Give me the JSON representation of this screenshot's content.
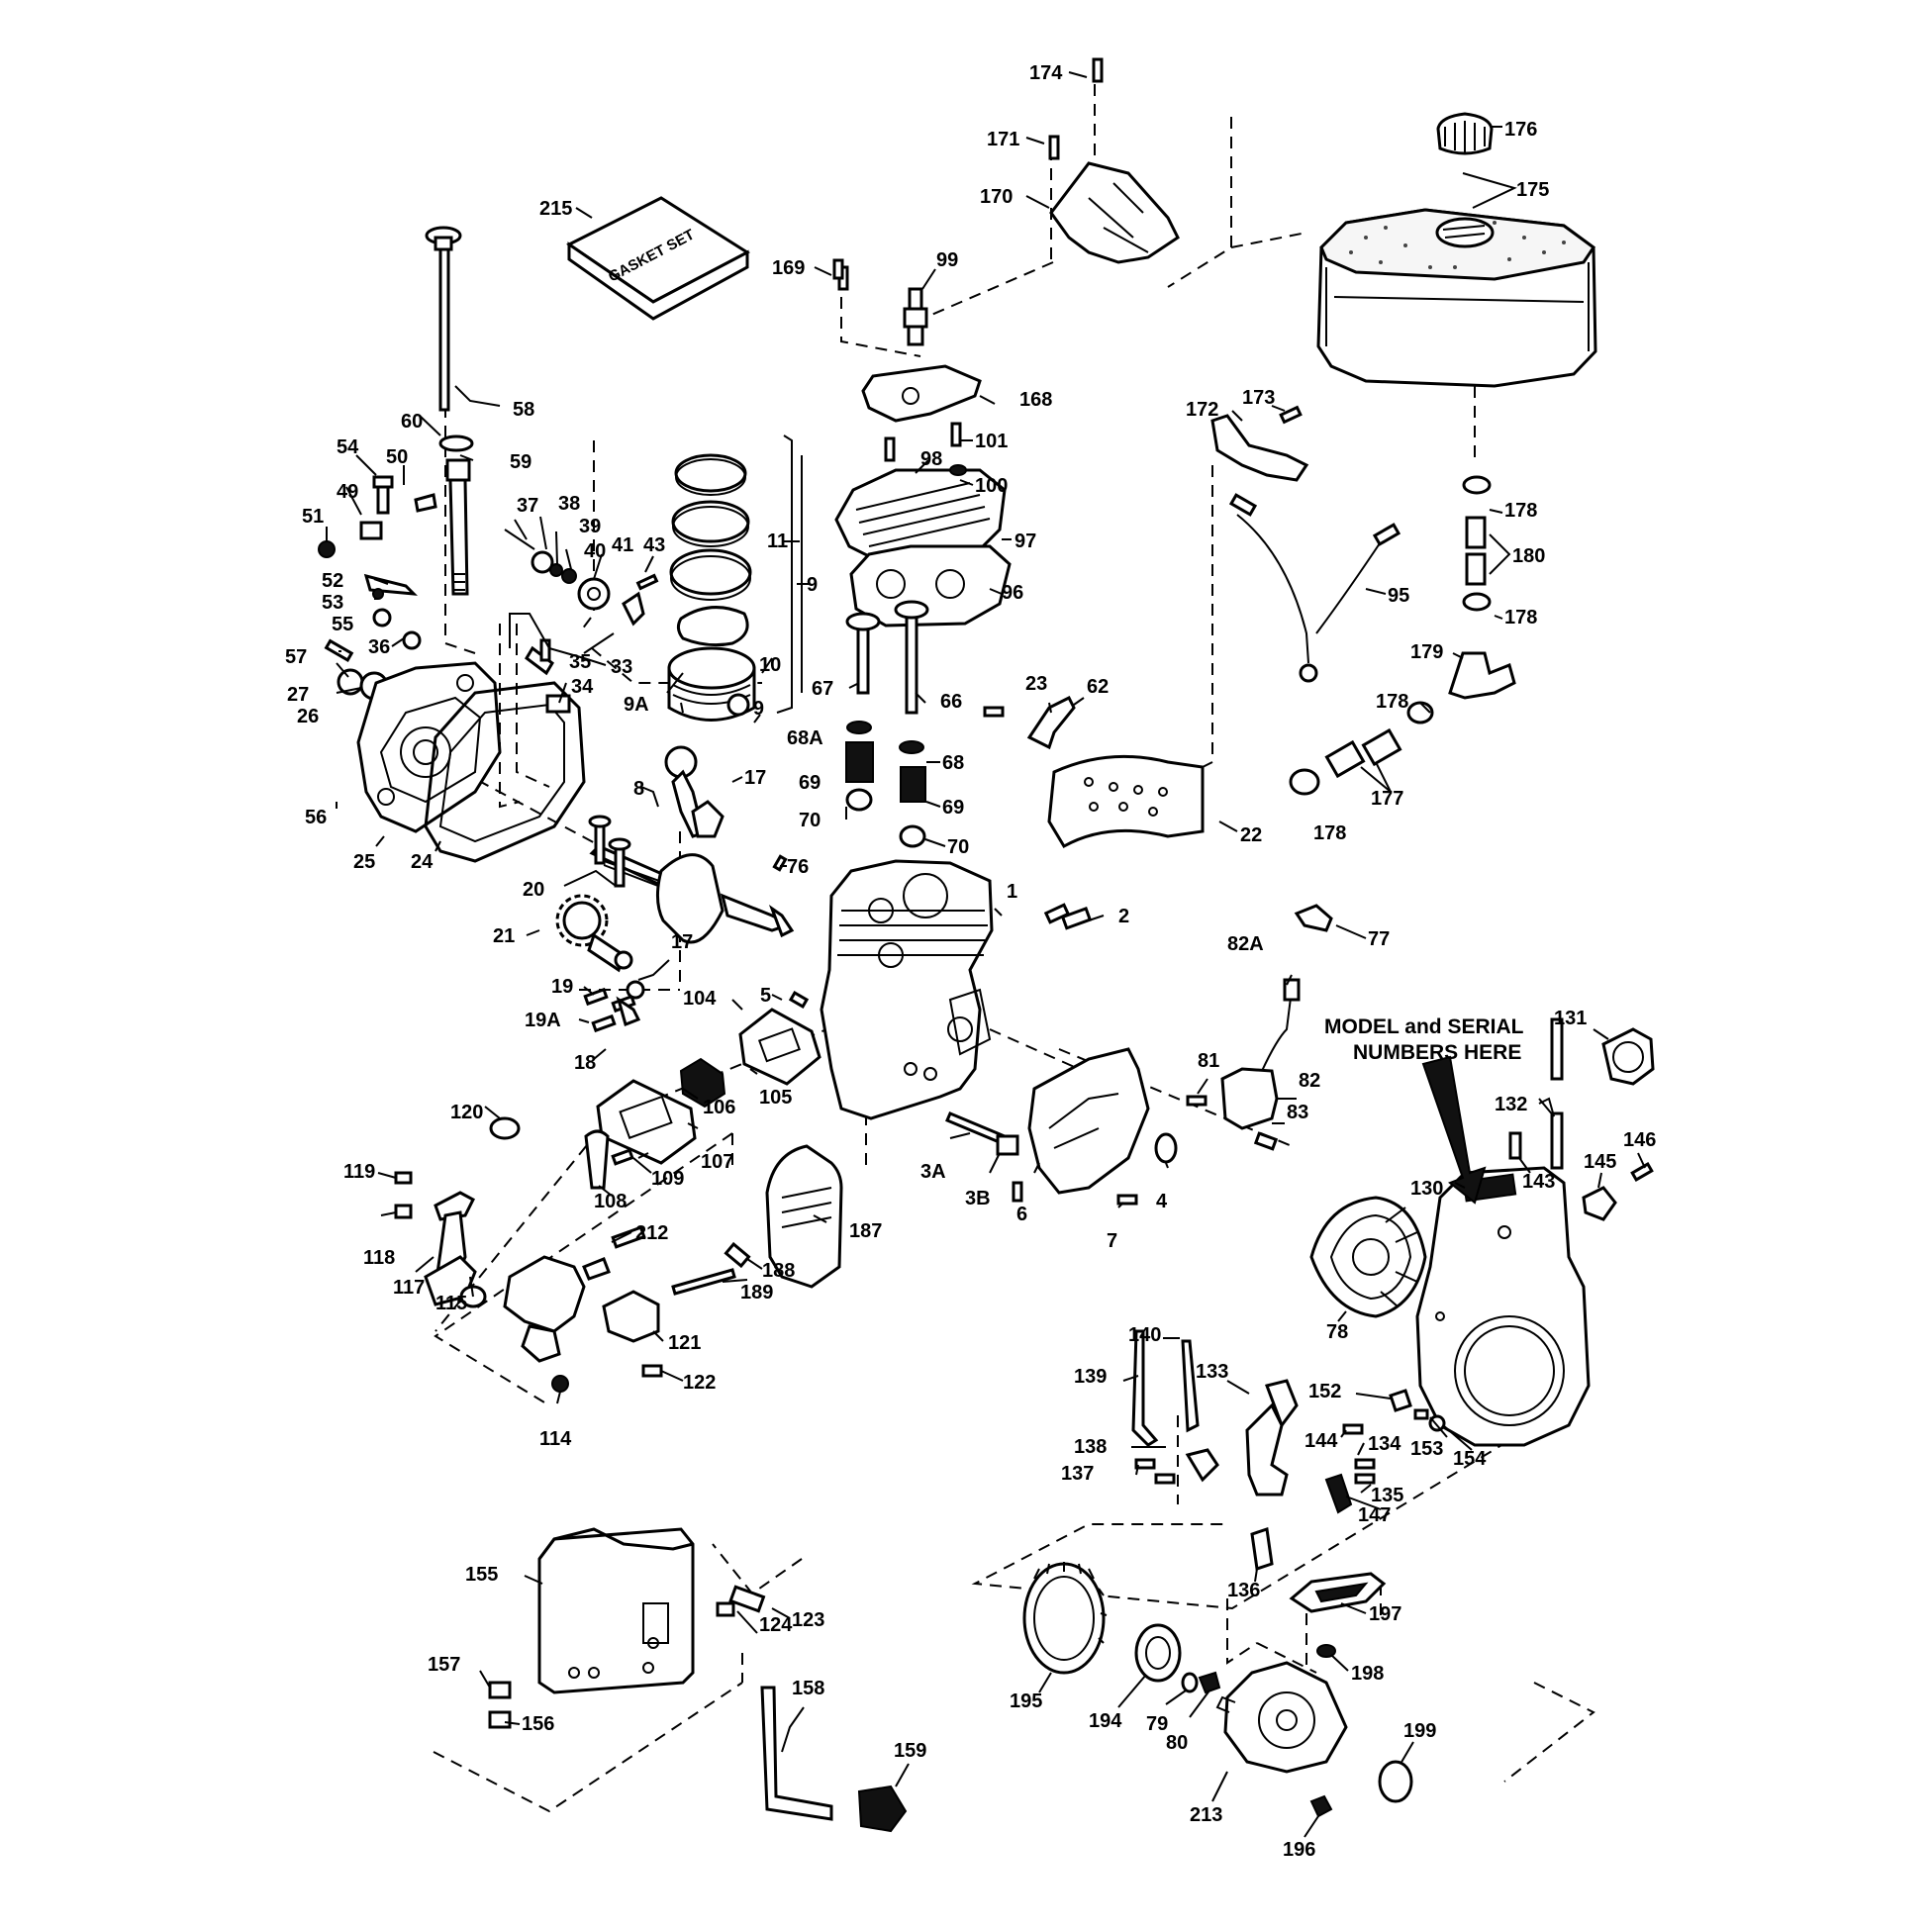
{
  "gasket_set_text": "GASKET SET",
  "model_note": {
    "line1": "MODEL and SERIAL",
    "line2": "NUMBERS HERE"
  },
  "callouts": [
    "174",
    "171",
    "176",
    "175",
    "170",
    "215",
    "169",
    "99",
    "58",
    "60",
    "59",
    "54",
    "50",
    "49",
    "51",
    "37",
    "38",
    "39",
    "40",
    "41",
    "43",
    "11",
    "9",
    "168",
    "172",
    "173",
    "101",
    "98",
    "100",
    "97",
    "96",
    "95",
    "178",
    "180",
    "179",
    "177",
    "52",
    "53",
    "55",
    "57",
    "36",
    "35",
    "33",
    "34",
    "27",
    "26",
    "10",
    "6",
    "9A",
    "67",
    "66",
    "68A",
    "68",
    "69",
    "70",
    "23",
    "62",
    "22",
    "56",
    "25",
    "24",
    "8",
    "17",
    "76",
    "20",
    "21",
    "1",
    "2",
    "77",
    "19",
    "19A",
    "18",
    "104",
    "5",
    "82A",
    "81",
    "82",
    "83",
    "131",
    "132",
    "143",
    "146",
    "145",
    "130",
    "120",
    "119",
    "118",
    "117",
    "115",
    "212",
    "106",
    "105",
    "107",
    "109",
    "108",
    "187",
    "188",
    "189",
    "3A",
    "3B",
    "4",
    "7",
    "78",
    "121",
    "122",
    "114",
    "140",
    "139",
    "133",
    "152",
    "144",
    "134",
    "153",
    "154",
    "138",
    "137",
    "135",
    "147",
    "136",
    "155",
    "123",
    "124",
    "157",
    "156",
    "158",
    "159",
    "197",
    "198",
    "195",
    "194",
    "79",
    "80",
    "199",
    "213",
    "196"
  ]
}
